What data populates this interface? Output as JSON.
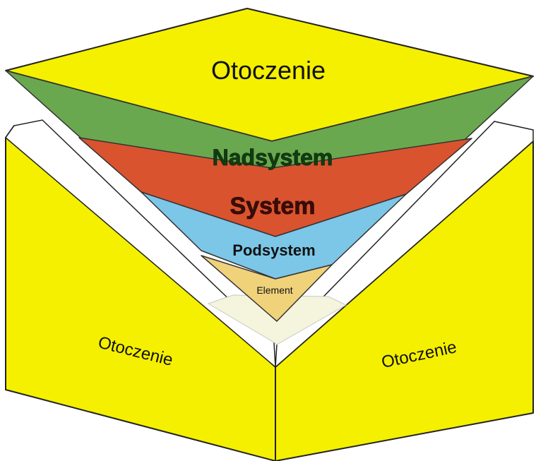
{
  "diagram": {
    "layers": [
      {
        "id": "otoczenie",
        "label": "Otoczenie",
        "color": "#f4f000"
      },
      {
        "id": "nadsystem",
        "label": "Nadsystem",
        "color": "#6aa84f"
      },
      {
        "id": "system",
        "label": "System",
        "color": "#d9532f"
      },
      {
        "id": "podsystem",
        "label": "Podsystem",
        "color": "#7cc6e8"
      },
      {
        "id": "element",
        "label": "Element",
        "color": "#efd27a"
      }
    ],
    "box": {
      "left_face_label": "Otoczenie",
      "right_face_label": "Otoczenie",
      "face_color": "#f4f000"
    }
  }
}
